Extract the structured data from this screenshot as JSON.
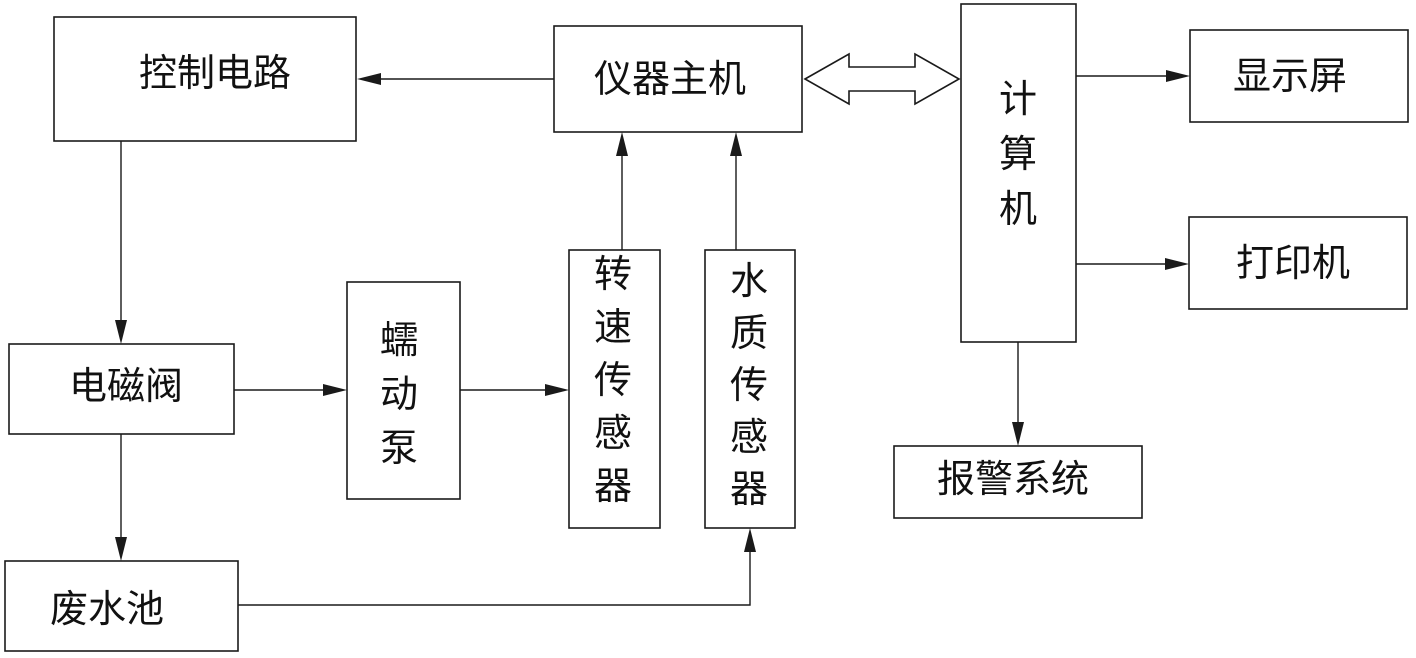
{
  "nodes": {
    "control_circuit": "控制电路",
    "host": "仪器主机",
    "computer": "计算机",
    "display": "显示屏",
    "printer": "打印机",
    "solenoid_valve": "电磁阀",
    "peristaltic_pump": "蠕动泵",
    "speed_sensor": "转速传感器",
    "water_quality_sensor": "水质传感器",
    "alarm_system": "报警系统",
    "waste_pool": "废水池"
  },
  "edges": [
    {
      "from": "host",
      "to": "control_circuit",
      "style": "arrow"
    },
    {
      "from": "host",
      "to": "computer",
      "style": "double-arrow"
    },
    {
      "from": "computer",
      "to": "display",
      "style": "arrow"
    },
    {
      "from": "computer",
      "to": "printer",
      "style": "arrow"
    },
    {
      "from": "computer",
      "to": "alarm_system",
      "style": "arrow"
    },
    {
      "from": "control_circuit",
      "to": "solenoid_valve",
      "style": "arrow"
    },
    {
      "from": "solenoid_valve",
      "to": "peristaltic_pump",
      "style": "arrow"
    },
    {
      "from": "solenoid_valve",
      "to": "waste_pool",
      "style": "arrow"
    },
    {
      "from": "peristaltic_pump",
      "to": "speed_sensor",
      "style": "arrow"
    },
    {
      "from": "speed_sensor",
      "to": "host",
      "style": "arrow"
    },
    {
      "from": "water_quality_sensor",
      "to": "host",
      "style": "arrow"
    },
    {
      "from": "waste_pool",
      "to": "water_quality_sensor",
      "style": "arrow"
    }
  ]
}
